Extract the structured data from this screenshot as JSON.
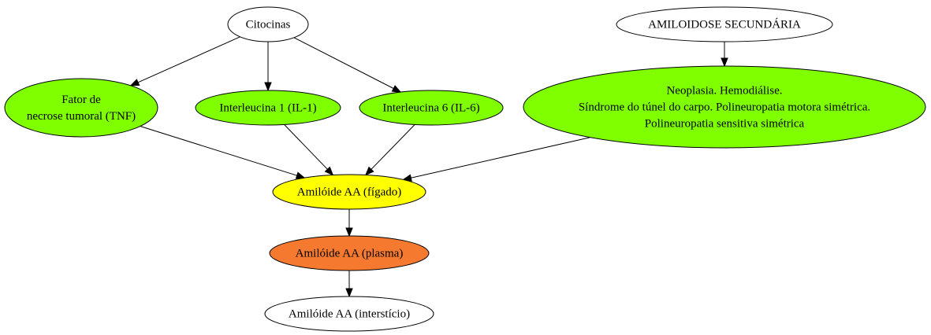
{
  "diagram": {
    "nodes": {
      "citocinas": {
        "lines": [
          "Citocinas"
        ],
        "fill": "#ffffff"
      },
      "tnf": {
        "lines": [
          "Fator de",
          "necrose tumoral (TNF)"
        ],
        "fill": "#7fff00"
      },
      "il1": {
        "lines": [
          "Interleucina 1 (IL-1)"
        ],
        "fill": "#7fff00"
      },
      "il6": {
        "lines": [
          "Interleucina 6 (IL-6)"
        ],
        "fill": "#7fff00"
      },
      "amiloidose": {
        "lines": [
          "AMILOIDOSE SECUNDÁRIA"
        ],
        "fill": "#ffffff"
      },
      "neoplasia": {
        "lines": [
          "Neoplasia. Hemodiálise.",
          "Síndrome do túnel do carpo. Polineuropatia motora simétrica.",
          "Polineuropatia sensitiva simétrica"
        ],
        "fill": "#7fff00"
      },
      "figado": {
        "lines": [
          "Amilóide AA (fígado)"
        ],
        "fill": "#ffff00"
      },
      "plasma": {
        "lines": [
          "Amilóide AA (plasma)"
        ],
        "fill": "#f5792f"
      },
      "intersticio": {
        "lines": [
          "Amilóide AA (interstício)"
        ],
        "fill": "#ffffff"
      }
    },
    "edges": [
      {
        "from": "citocinas",
        "to": "tnf"
      },
      {
        "from": "citocinas",
        "to": "il1"
      },
      {
        "from": "citocinas",
        "to": "il6"
      },
      {
        "from": "amiloidose",
        "to": "neoplasia"
      },
      {
        "from": "tnf",
        "to": "figado"
      },
      {
        "from": "il1",
        "to": "figado"
      },
      {
        "from": "il6",
        "to": "figado"
      },
      {
        "from": "neoplasia",
        "to": "figado"
      },
      {
        "from": "figado",
        "to": "plasma"
      },
      {
        "from": "plasma",
        "to": "intersticio"
      }
    ]
  }
}
